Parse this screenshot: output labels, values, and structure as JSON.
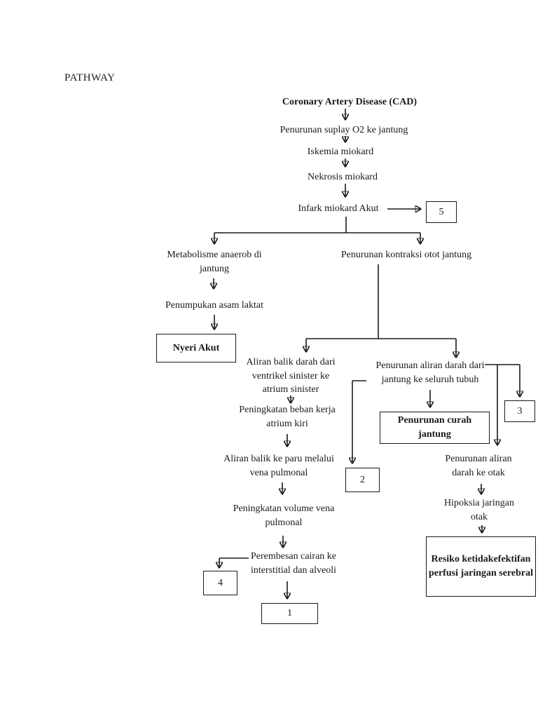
{
  "page_label": "PATHWAY",
  "diagram": {
    "title": "Coronary Artery Disease (CAD)",
    "nodes": {
      "suplay_o2": "Penurunan suplay O2 ke jantung",
      "iskemia": "Iskemia miokard",
      "nekrosis": "Nekrosis miokard",
      "infark": "Infark miokard Akut",
      "metabolisme": "Metabolisme anaerob di jantung",
      "asam_laktat": "Penumpukan asam laktat",
      "kontraksi": "Penurunan kontraksi otot jantung",
      "aliran_balik_ventrikel": "Aliran balik darah dari ventrikel sinister ke atrium sinister",
      "beban_kerja": "Peningkatan beban kerja atrium kiri",
      "aliran_paru": "Aliran balik ke paru melalui vena pulmonal",
      "volume_vena": "Peningkatan volume vena pulmonal",
      "perembesan": "Perembesan cairan ke interstitial dan alveoli",
      "aliran_seluruh_tubuh": "Penurunan aliran darah dari jantung ke seluruh tubuh",
      "aliran_otak": "Penurunan aliran darah ke otak",
      "hipoksia": "Hipoksia jaringan otak"
    },
    "outcome_boxes": {
      "nyeri_akut": "Nyeri Akut",
      "curah_jantung": "Penurunan curah jantung",
      "resiko_perfusi": "Resiko ketidakefektifan perfusi jaringan serebral"
    },
    "ref_numbers": {
      "n1": "1",
      "n2": "2",
      "n3": "3",
      "n4": "4",
      "n5": "5"
    },
    "colors": {
      "ink": "#1a1a1a",
      "background": "#ffffff"
    }
  }
}
